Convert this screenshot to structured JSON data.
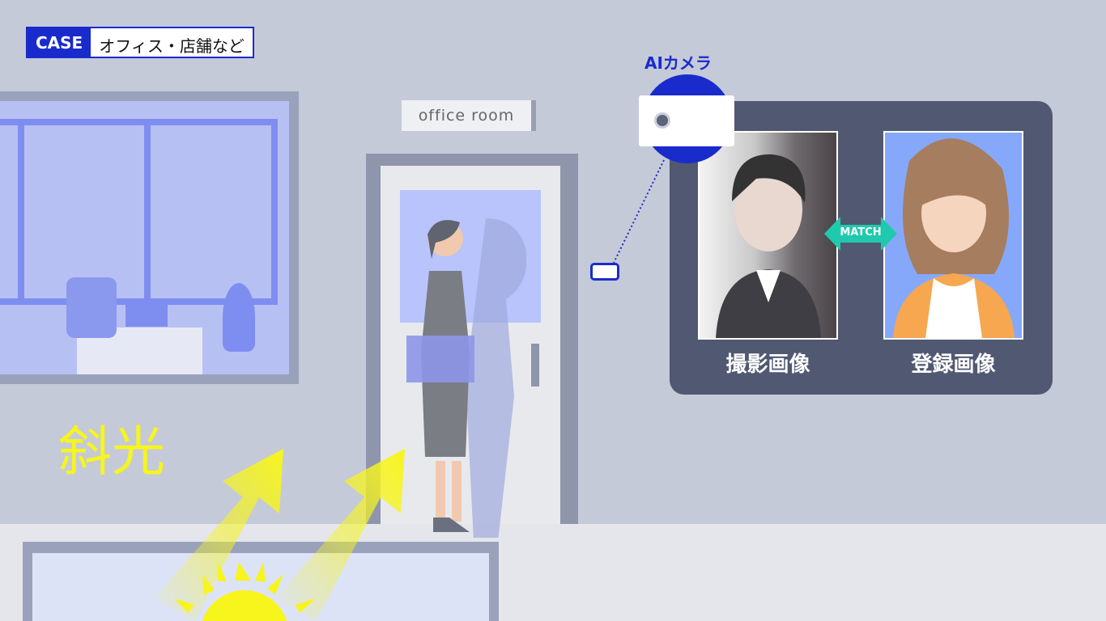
{
  "case": {
    "tag": "CASE",
    "label": "オフィス・店舗など"
  },
  "door_sign": "office room",
  "camera": {
    "label": "AIカメラ"
  },
  "panel": {
    "captured_label": "撮影画像",
    "registered_label": "登録画像",
    "match_label": "MATCH"
  },
  "light_label": "斜光",
  "colors": {
    "accent": "#1a2bcc",
    "panel": "#515872",
    "match": "#20c9ad",
    "light": "#f7f51c"
  }
}
